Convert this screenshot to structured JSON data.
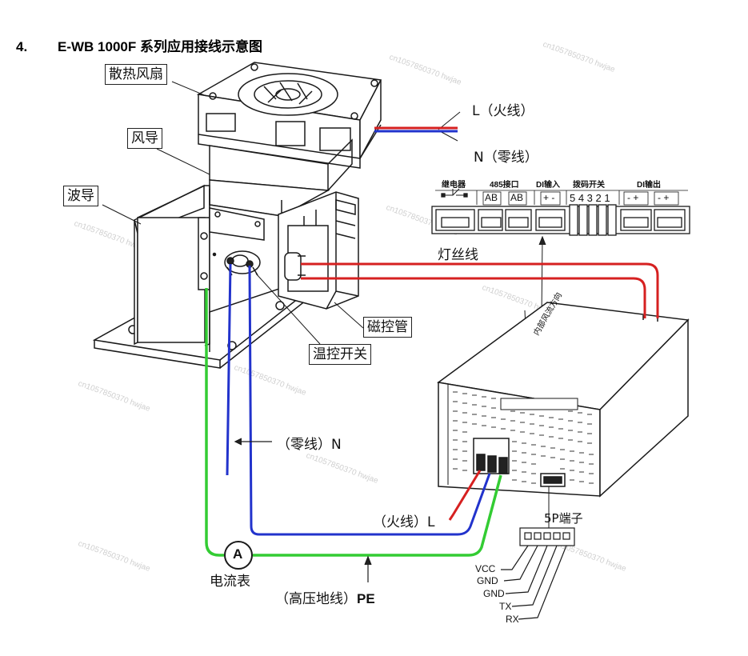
{
  "heading": {
    "number": "4.",
    "title": "E-WB 1000F 系列应用接线示意图"
  },
  "labels": {
    "fan": "散热风扇",
    "duct": "风导",
    "waveguide": "波导",
    "magnetron": "磁控管",
    "thermostat": "温控开关",
    "live_wire_top": "L（火线）",
    "neutral_wire_top": "N（零线）",
    "filament_wire": "灯丝线",
    "neutral_wire_left": "（零线）N",
    "live_wire_bottom": "（火线）L",
    "ammeter": "电流表",
    "ammeter_symbol": "A",
    "hv_ground_text": "（高压地线）",
    "hv_ground_code": "PE",
    "terminal_5p": "5P端子",
    "airflow": "内部风流方向"
  },
  "terminal_header": {
    "relay": "继电器",
    "rs485": "485接口",
    "di_input": "DI输入",
    "dip_switch": "拨码开关",
    "di_output": "DI输出",
    "ab1": "AB",
    "ab2": "AB",
    "input_polarity": "+ -",
    "dip_numbers": "5 4 3 2 1",
    "output_polarity_1": "- +",
    "output_polarity_2": "- +"
  },
  "pins_5p": [
    "VCC",
    "GND",
    "GND",
    "TX",
    "RX"
  ],
  "watermarks": [
    "cn1057850370 hwjae",
    "cn1057850370 hwjae",
    "cn1057850370 hwjae",
    "cn1057850370 hwjae",
    "cn1057850370 hwjae",
    "cn1057850370 hwjae",
    "cn1057850370 hwjae",
    "cn1057850370 hwjae",
    "cn1057850370 hwjae",
    "cn1057850370 hwjae"
  ],
  "colors": {
    "live": "#d62020",
    "neutral": "#2233cc",
    "ground": "#33cc33",
    "outline": "#1a1a1a"
  }
}
